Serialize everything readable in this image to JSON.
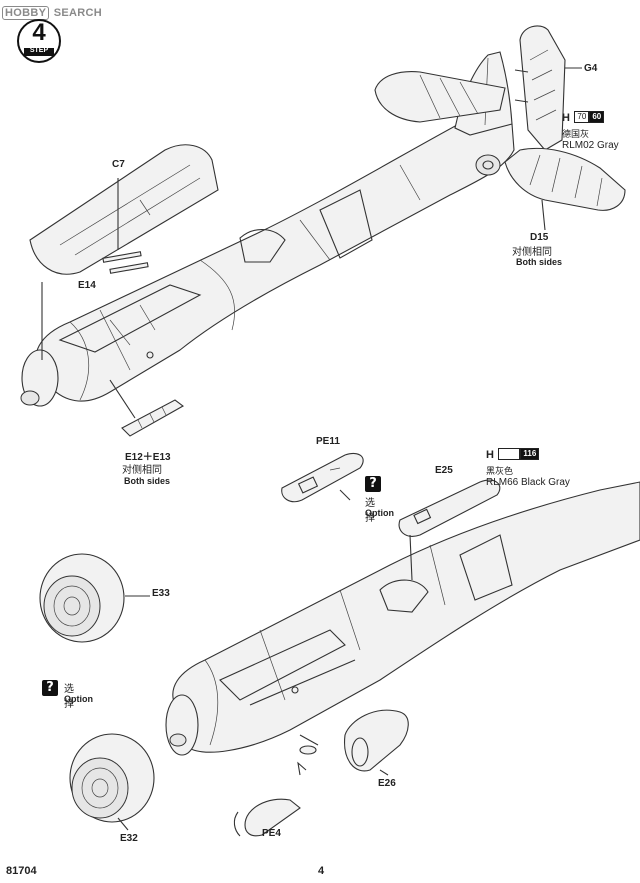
{
  "watermark": {
    "brand": "HOBBY",
    "text": "SEARCH"
  },
  "step": {
    "label": "STEP",
    "number": "4"
  },
  "parts": {
    "g4": "G4",
    "c7": "C7",
    "e14": "E14",
    "d15": "D15",
    "e12_e13": "E12＋E13",
    "pe11": "PE11",
    "e25": "E25",
    "e33": "E33",
    "e26": "E26",
    "e32": "E32",
    "pe4": "PE4"
  },
  "callouts": {
    "both_sides_cn": "对侧相同",
    "both_sides_en": "Both sides",
    "option_cn": "选择",
    "option_en": "Option",
    "option_mark": "?"
  },
  "paints": {
    "rlm02": {
      "prefix": "H",
      "code": "70",
      "code2": "60",
      "cn": "德国灰",
      "name": "RLM02 Gray"
    },
    "rlm66": {
      "prefix": "H",
      "code2": "116",
      "cn": "黑灰色",
      "name": "RLM66 Black Gray"
    }
  },
  "footer": {
    "kit_number": "81704",
    "page_number": "4"
  }
}
